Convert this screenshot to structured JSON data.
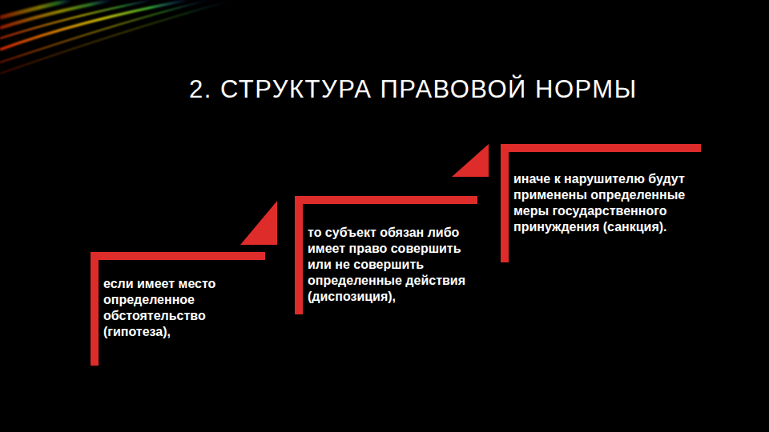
{
  "diagram": {
    "title": "2. СТРУКТУРА ПРАВОВОЙ НОРМЫ",
    "nodes": [
      {
        "text": [
          "если имеет место определенное обстоятельство (гипотеза),"
        ]
      },
      {
        "text": [
          "то субъект обязан либо имеет право совершить или не совершить определенные действия (диспозиция),"
        ]
      },
      {
        "text": [
          "иначе к нарушителю будут применены определенные меры государственного принуждения (санкция)."
        ]
      }
    ]
  }
}
